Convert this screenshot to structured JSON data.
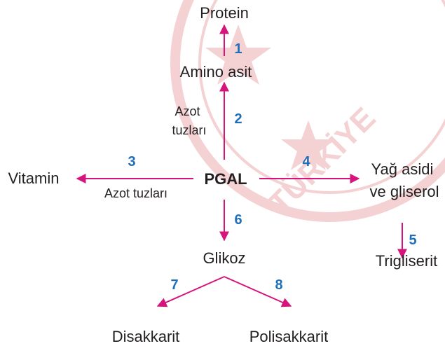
{
  "colors": {
    "arrow": "#d6157c",
    "step_number": "#1f6fb8",
    "text": "#231f20",
    "watermark": "#f3c9cc"
  },
  "nodes": {
    "center": "PGAL",
    "protein": "Protein",
    "amino_acid": "Amino asit",
    "vitamin": "Vitamin",
    "fatty_acid_line1": "Yağ asidi",
    "fatty_acid_line2": "ve gliserol",
    "triglyceride": "Trigliserit",
    "glucose": "Glikoz",
    "disaccharide": "Disakkarit",
    "polysaccharide": "Polisakkarit"
  },
  "conditions": {
    "nitrogen_vertical_line1": "Azot",
    "nitrogen_vertical_line2": "tuzları",
    "nitrogen_horizontal": "Azot tuzları"
  },
  "steps": [
    "1",
    "2",
    "3",
    "4",
    "5",
    "6",
    "7",
    "8"
  ],
  "watermark": {
    "text": "TÜRKİYE"
  }
}
